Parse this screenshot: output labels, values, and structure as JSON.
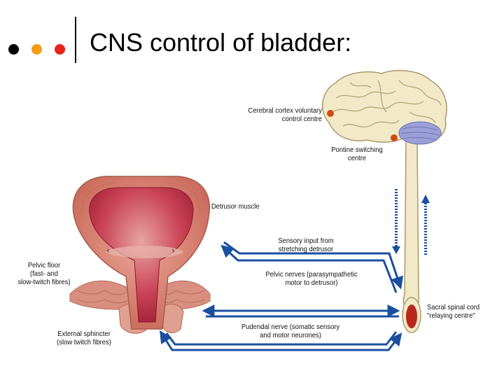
{
  "header": {
    "title": "CNS control of bladder:",
    "bullet_colors": [
      "#000000",
      "#f39c12",
      "#e8231b"
    ]
  },
  "diagram": {
    "labels": {
      "cortex": [
        "Cerebral cortex voluntary",
        "control centre"
      ],
      "pontine": [
        "Pontine switching",
        "centre"
      ],
      "detrusor": [
        "Detrusor muscle"
      ],
      "sensory": [
        "Sensory input from",
        "stretching detrusor"
      ],
      "pelvic_nerves": [
        "Pelvic nerves (parasympathetic",
        "motor to detrusor)"
      ],
      "pelvic_floor": [
        "Pelvic floor",
        "(fast- and",
        "slow-twitch fibres)"
      ],
      "sacral": [
        "Sacral spinal cord",
        "\"relaying centre\""
      ],
      "pudendal": [
        "Pudendal nerve (somatic sensory",
        "and motor neurones)"
      ],
      "sphincter": [
        "External sphincter",
        "(slow twitch fibres)"
      ]
    },
    "colors": {
      "nerve_arrow": "#1a4fa0",
      "bladder_outer": "#d88f80",
      "bladder_inner": "#b8283a",
      "brain": "#f1e9c7",
      "cerebellum": "#9a9fd6",
      "spinal_cord": "#f1e9c7",
      "centre_dot": "#d14a16",
      "sacral_centre": "#b8281b"
    }
  }
}
